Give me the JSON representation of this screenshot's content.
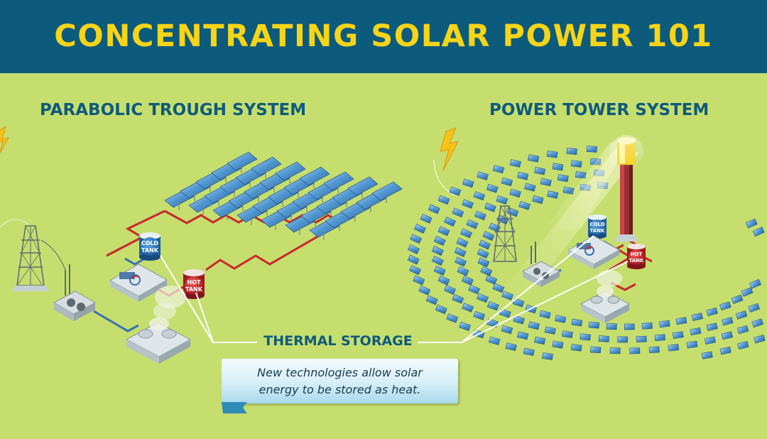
{
  "header": {
    "title": "CONCENTRATING SOLAR POWER 101"
  },
  "sections": {
    "parabolic": {
      "title": "PARABOLIC TROUGH SYSTEM",
      "cold_tank": [
        "COLD",
        "TANK"
      ],
      "hot_tank": [
        "HOT",
        "TANK"
      ]
    },
    "tower": {
      "title": "POWER TOWER SYSTEM",
      "cold_tank": [
        "COLD",
        "TANK"
      ],
      "hot_tank": [
        "HOT",
        "TANK"
      ]
    }
  },
  "storage": {
    "label": "THERMAL STORAGE",
    "callout": [
      "New technologies allow solar",
      "energy to be stored as heat."
    ]
  },
  "colors": {
    "header_bg": "#0d5b7c",
    "title": "#f6d417",
    "background": "#c5de6e",
    "section_title": "#0f5a7d",
    "hot_pipe": "#c8282c",
    "cold_pipe": "#3a6fb0",
    "mirror": "#4f95cf"
  },
  "icons": [
    "lightning-icon",
    "transmission-tower-icon",
    "cold-tank-icon",
    "hot-tank-icon",
    "turbine-icon",
    "cooling-tower-icon",
    "solar-receiver-tower-icon"
  ]
}
